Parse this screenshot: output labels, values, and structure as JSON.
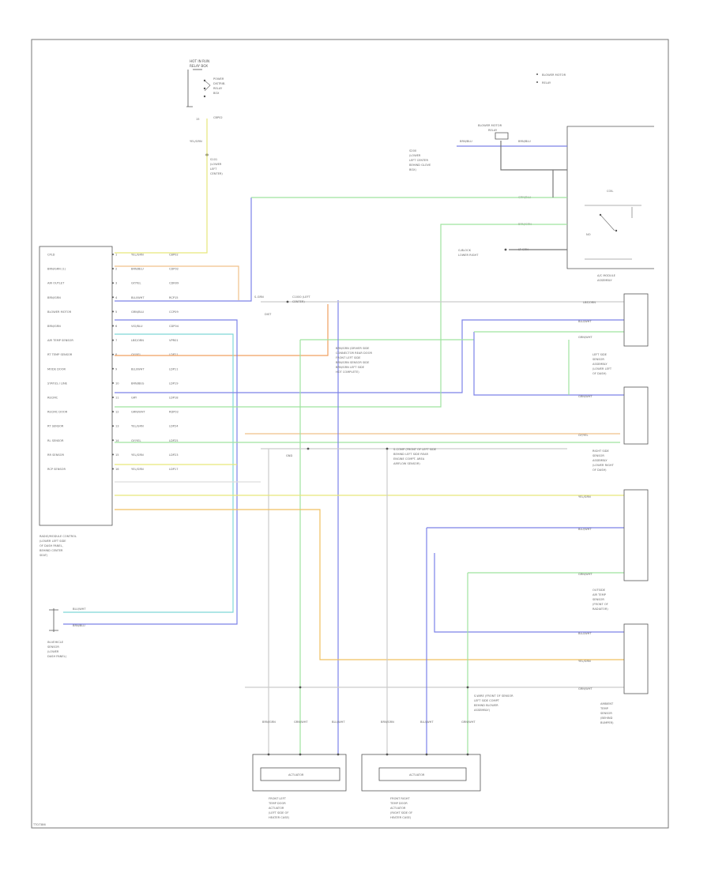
{
  "module_left": {
    "pins": [
      {
        "num": "1",
        "label": "CPLD",
        "wire": "YEL/GRN",
        "circ": "CBP02"
      },
      {
        "num": "2",
        "label": "BRN/GRN (1)",
        "wire": "BRN/BLU",
        "circ": "CDP02"
      },
      {
        "num": "3",
        "label": "AIR OUTLET",
        "wire": "GY/YEL",
        "circ": "CDR09"
      },
      {
        "num": "4",
        "label": "BRN/GRN",
        "wire": "BLU/WHT",
        "circ": "RCP15"
      },
      {
        "num": "5",
        "label": "BLOWER MOTOR",
        "wire": "GRN/BLU",
        "circ": "CCP09"
      },
      {
        "num": "6",
        "label": "BRN/GRN",
        "wire": "VIO/BLU",
        "circ": "CDP04"
      },
      {
        "num": "7",
        "label": "AIR TEMP SENSOR",
        "wire": "LBE/ORN",
        "circ": "VPR01"
      },
      {
        "num": "8",
        "label": "RT TEMP SENSOR",
        "wire": "GY/YEL",
        "circ": "LDP21"
      },
      {
        "num": "9",
        "label": "MODE DOOR",
        "wire": "BLU/WHT",
        "circ": "LDP11"
      },
      {
        "num": "10",
        "label": "STATUS / LINE",
        "wire": "BRN/BEG",
        "circ": "LDP19"
      },
      {
        "num": "11",
        "label": "RECIRC",
        "wire": "GRY",
        "circ": "LDP18"
      },
      {
        "num": "12",
        "label": "RECIRC DOOR",
        "wire": "GRN/WHT",
        "circ": "RDP02"
      },
      {
        "num": "13",
        "label": "RT SENSOR",
        "wire": "YEL/GRN",
        "circ": "LDP24"
      },
      {
        "num": "14",
        "label": "RL SENSOR",
        "wire": "GY/YEL",
        "circ": "LDP25"
      },
      {
        "num": "15",
        "label": "RR SENSOR",
        "wire": "YEL/GRN",
        "circ": "LDP23"
      },
      {
        "num": "16",
        "label": "RCP SENSOR",
        "wire": "YEL/GRN",
        "circ": "LDP17"
      }
    ],
    "caption": [
      "RADIO/MODULE CONTROL",
      "(LOWER LEFT SIDE",
      "OF DASH PANEL,",
      "BEHIND CENTER",
      "SEAT)"
    ]
  },
  "top_connector": {
    "title": [
      "HOT IN RUN",
      "RELAY BOX"
    ],
    "notes": [
      "POWER",
      "DISTRIB.",
      "RELAY",
      "BOX"
    ],
    "splice": [
      "S101",
      "(LOWER",
      "LEFT",
      "CENTER)"
    ]
  },
  "legend": [
    "BLOWER MOTOR",
    "RELAY"
  ],
  "right_relay": {
    "top_label": [
      "BLOWER MOTOR",
      "RELAY"
    ],
    "splice_note": [
      "S200",
      "(LOWER",
      "LEFT CENTER",
      "BEHIND GLOVE",
      "BOX)"
    ],
    "wires": [
      "BRN/BLU",
      "BRN/BLU",
      "GRN/BLU",
      "BRN/GRN",
      "LT GRN"
    ],
    "caption": [
      "A/C MODULE",
      "ASSEMBLY"
    ],
    "ground_note": [
      "G-BLOCK",
      "LOWER RIGHT"
    ]
  },
  "center_notes": {
    "splice_mid": [
      "S-GRN",
      "DIST",
      "C1000 (LEFT",
      "CENTER)"
    ],
    "note_large": [
      "BRN/GRN (DRIVER SIDE",
      "CONNECTOR REAR DOOR",
      "FRONT LEFT SIDE",
      "BRN/GRN SENSOR SIDE",
      "BRN/GRN LEFT SIDE",
      "HOT COMPLETE)"
    ],
    "g_label": "GND",
    "splice_lower": [
      "S-COMP (FRONT OF LEFT SIDE",
      "BEHIND LEFT SIDE REAR",
      "ENGINE COMPT. AREA",
      "AIRFLOW SENSOR)"
    ]
  },
  "right_sensors": [
    {
      "wires": [
        "LBE/ORN",
        "BLU/WHT",
        "GRN/WHT"
      ],
      "caption": [
        "LEFT SIDE",
        "SENSOR",
        "ASSEMBLY",
        "(LOWER LEFT",
        "OF DASH)"
      ]
    },
    {
      "wires": [
        "GRN/WHT",
        "GY/YEL"
      ],
      "caption": [
        "RIGHT SIDE",
        "SENSOR",
        "ASSEMBLY",
        "(LOWER RIGHT",
        "OF DASH)"
      ]
    },
    {
      "wires": [
        "YEL/GRN",
        "BLU/WHT",
        "GRN/WHT"
      ],
      "caption": [
        "OUTSIDE",
        "AIR TEMP",
        "SENSOR",
        "(FRONT OF",
        "RADIATOR)"
      ]
    },
    {
      "wires": [
        "BLU/WHT",
        "YEL/GRN",
        "GRN/WHT"
      ],
      "caption": [
        "AMBIENT",
        "TEMP",
        "SENSOR",
        "(BEHIND",
        "BUMPER)"
      ]
    }
  ],
  "bottom_left": {
    "wires": [
      "BLU/WHT",
      "BRN/BLU"
    ],
    "caption": [
      "IN-VEHICLE",
      "SENSOR",
      "(LOWER",
      "DASH PANEL)"
    ]
  },
  "bottom_actuators": [
    {
      "box_label": "ACTUATOR",
      "wires": [
        "BRN/GRN",
        "GRN/WHT",
        "BLU/WHT"
      ],
      "caption": [
        "FRONT LEFT",
        "TEMP DOOR",
        "ACTUATOR",
        "(LEFT SIDE OF",
        "HEATER CASE)"
      ]
    },
    {
      "box_label": "ACTUATOR",
      "wires": [
        "BRN/GRN",
        "BLU/WHT",
        "GRN/WHT"
      ],
      "caption": [
        "FRONT RIGHT",
        "TEMP DOOR",
        "ACTUATOR",
        "(RIGHT SIDE OF",
        "HEATER CASE)"
      ]
    }
  ],
  "bottom_notes": [
    "S-WIRE (FRONT OF SENSOR",
    "LEFT SIDE COMPT",
    "BEHIND BLOWER",
    "ASSEMBLY)"
  ],
  "page_code": "TT07386"
}
